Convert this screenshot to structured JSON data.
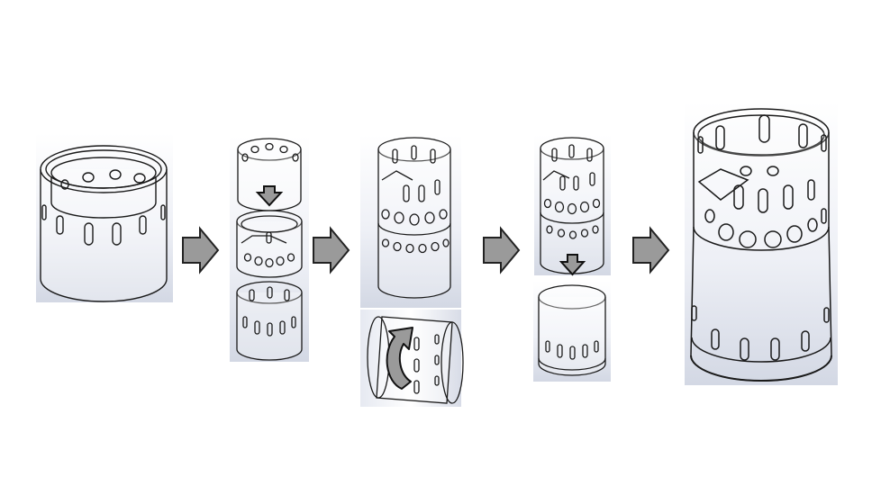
{
  "diagram": {
    "kind": "assembly-sequence",
    "stage_count": 5,
    "arrow_count": 4,
    "colors": {
      "line": "#1a1a1a",
      "arrow_fill": "#9a9a9a",
      "arrow_stroke": "#222222",
      "panel_top": "#ffffff",
      "panel_bottom": "#d7dbe6",
      "hole_fill": "#ffffff"
    },
    "stages": [
      {
        "id": "stage-1",
        "description_icon": "stacked-cylinder-nested"
      },
      {
        "id": "stage-2",
        "description_icon": "three-rings-separated"
      },
      {
        "id": "stage-3",
        "description_icon": "joined-rings-and-rotated-sleeve"
      },
      {
        "id": "stage-4",
        "description_icon": "joined-rings-and-base"
      },
      {
        "id": "stage-5",
        "description_icon": "final-stove-assembly"
      }
    ],
    "arrows": [
      {
        "id": "arrow-1",
        "icon": "right-arrow-icon"
      },
      {
        "id": "arrow-2",
        "icon": "right-arrow-icon"
      },
      {
        "id": "arrow-3",
        "icon": "right-arrow-icon"
      },
      {
        "id": "arrow-4",
        "icon": "right-arrow-icon"
      }
    ],
    "inner_icons": [
      "down-arrow-icon",
      "rotate-arrow-icon",
      "down-arrow-icon"
    ]
  }
}
